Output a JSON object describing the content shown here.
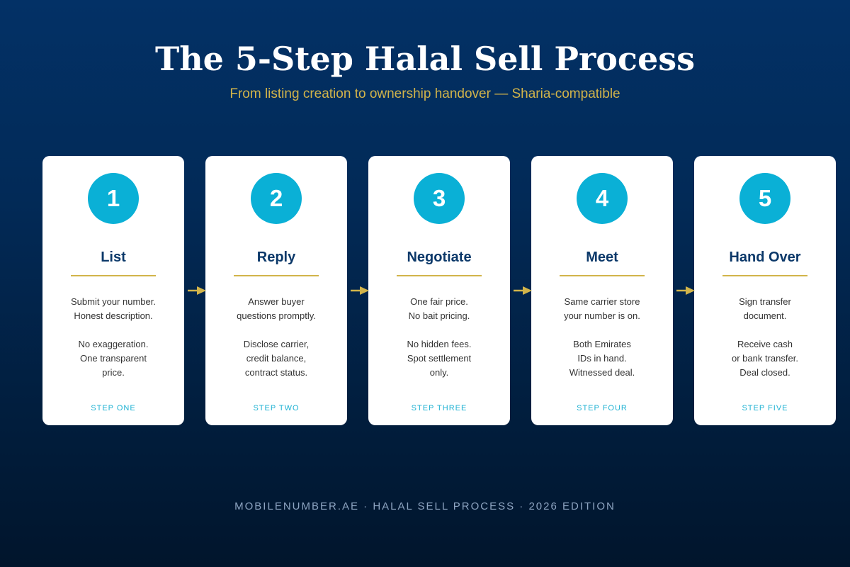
{
  "title": "The 5-Step Halal Sell Process",
  "subtitle": "From listing creation to ownership handover — Sharia-compatible",
  "colors": {
    "background_top": "#033166",
    "background_bottom": "#01152c",
    "accent_gold": "#d2b44a",
    "badge_cyan": "#0ab0d6",
    "heading_navy": "#0b3869",
    "card": "#ffffff"
  },
  "steps": [
    {
      "number": "1",
      "title": "List",
      "lines": [
        "Submit your number.",
        "Honest description.",
        "",
        "No exaggeration.",
        "One transparent",
        "price."
      ],
      "label": "STEP ONE"
    },
    {
      "number": "2",
      "title": "Reply",
      "lines": [
        "Answer buyer",
        "questions promptly.",
        "",
        "Disclose carrier,",
        "credit balance,",
        "contract status."
      ],
      "label": "STEP TWO"
    },
    {
      "number": "3",
      "title": "Negotiate",
      "lines": [
        "One fair price.",
        "No bait pricing.",
        "",
        "No hidden fees.",
        "Spot settlement",
        "only."
      ],
      "label": "STEP THREE"
    },
    {
      "number": "4",
      "title": "Meet",
      "lines": [
        "Same carrier store",
        "your number is on.",
        "",
        "Both Emirates",
        "IDs in hand.",
        "Witnessed deal."
      ],
      "label": "STEP FOUR"
    },
    {
      "number": "5",
      "title": "Hand Over",
      "lines": [
        "Sign transfer",
        "document.",
        "",
        "Receive cash",
        "or bank transfer.",
        "Deal closed."
      ],
      "label": "STEP FIVE"
    }
  ],
  "connector_icon": "arrow-right-icon",
  "footer": "MOBILENUMBER.AE · HALAL SELL PROCESS · 2026 EDITION"
}
